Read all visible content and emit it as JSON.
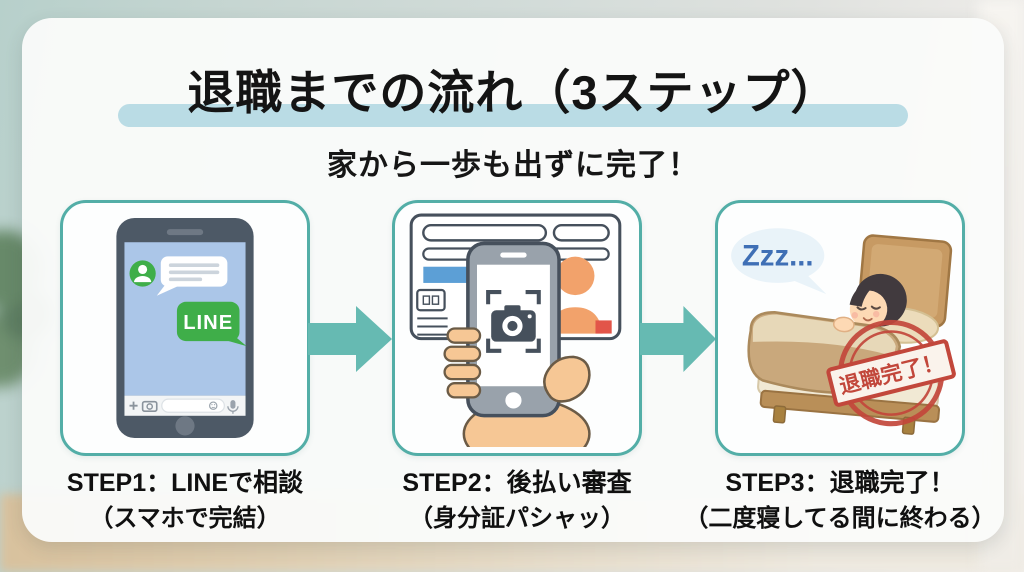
{
  "page": {
    "title": "退職までの流れ（3ステップ）",
    "subtitle": "家から一歩も出ずに完了！"
  },
  "steps": [
    {
      "label": "STEP1：LINEで相談",
      "sublabel": "（スマホで完結）",
      "illustration": "smartphone-line-chat",
      "line_logo": "LINE"
    },
    {
      "label": "STEP2：後払い審査",
      "sublabel": "（身分証パシャッ）",
      "illustration": "hand-photographing-id-card"
    },
    {
      "label": "STEP3：退職完了！",
      "sublabel": "（二度寝してる間に終わる）",
      "illustration": "person-sleeping-in-bed",
      "sleep_text": "Zzz...",
      "stamp_text": "退職完了！"
    }
  ],
  "colors": {
    "box_border_teal": "#53aea7",
    "arrow_teal": "#66bab2",
    "title_highlight_blue": "#badce5",
    "line_green": "#3fae49",
    "stamp_red": "#c2473b",
    "text_black": "#141414"
  }
}
